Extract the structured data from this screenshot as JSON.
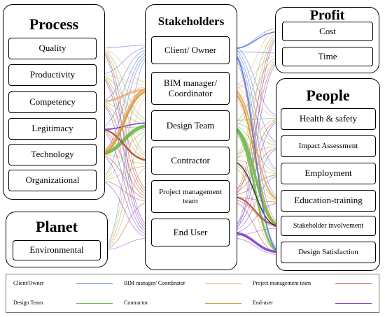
{
  "groups": {
    "process": "Process",
    "stakeholders": "Stakeholders",
    "profit": "Profit",
    "people": "People",
    "planet": "Planet"
  },
  "process_items": [
    "Quality",
    "Productivity",
    "Competency",
    "Legitimacy",
    "Technology",
    "Organizational"
  ],
  "planet_items": [
    "Environmental"
  ],
  "stakeholder_items": [
    "Client/ Owner",
    "BIM manager/ Coordinator",
    "Design Team",
    "Contractor",
    "Project management team",
    "End User"
  ],
  "profit_items": [
    "Cost",
    "Time"
  ],
  "people_items": [
    "Health & safety",
    "Impact Assessment",
    "Employment",
    "Education-training",
    "Stakeholder involvement",
    "Design Satisfaction"
  ],
  "legend": [
    {
      "label": "Client/Owner",
      "color": "#4a6ee0"
    },
    {
      "label": "BIM manager/ Coordinator",
      "color": "#f2a766"
    },
    {
      "label": "Project management team",
      "color": "#b5442e"
    },
    {
      "label": "Design Team",
      "color": "#6bb84a"
    },
    {
      "label": "Contractor",
      "color": "#c99a2e"
    },
    {
      "label": "End-user",
      "color": "#7b3fd0"
    }
  ]
}
